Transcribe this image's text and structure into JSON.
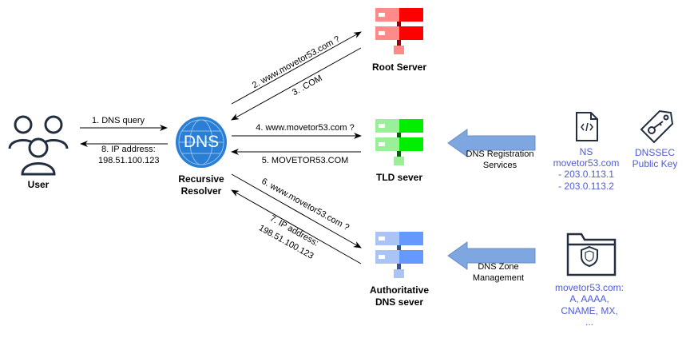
{
  "nodes": {
    "user": "User",
    "resolver_line1": "Recursive",
    "resolver_line2": "Resolver",
    "dns_badge": "DNS",
    "root": "Root Server",
    "tld": "TLD sever",
    "auth_line1": "Authoritative",
    "auth_line2": "DNS sever"
  },
  "steps": {
    "s1": "1. DNS query",
    "s8_line1": "8. IP address:",
    "s8_line2": "198.51.100.123",
    "s2": "2. www.movetor53.com ?",
    "s3": "3. .COM",
    "s4": "4. www.movetor53.com ?",
    "s5": "5. MOVETOR53.COM",
    "s6": "6. www.movetor53.com ?",
    "s7_line1": "7. IP address:",
    "s7_line2": "198.51.100.123"
  },
  "services": {
    "registration_line1": "DNS Registration",
    "registration_line2": "Services",
    "zone_line1": "DNS Zone",
    "zone_line2": "Management"
  },
  "records": {
    "ns_line1": "NS",
    "ns_line2": "movetor53.com",
    "ns_line3": "- 203.0.113.1",
    "ns_line4": "- 203.0.113.2",
    "dnssec_line1": "DNSSEC",
    "dnssec_line2": "Public Key",
    "zone_line1": "movetor53.com:",
    "zone_line2": "A, AAAA,",
    "zone_line3": "CNAME, MX,",
    "zone_line4": "..."
  },
  "colors": {
    "root": "#ff0000",
    "tld": "#00ee00",
    "authoritative": "#6699ff",
    "dns_badge": "#2a7fd4",
    "service_arrow": "#7ea6e0",
    "record_text": "#4f5bd5",
    "icon_dark": "#232f3e"
  }
}
